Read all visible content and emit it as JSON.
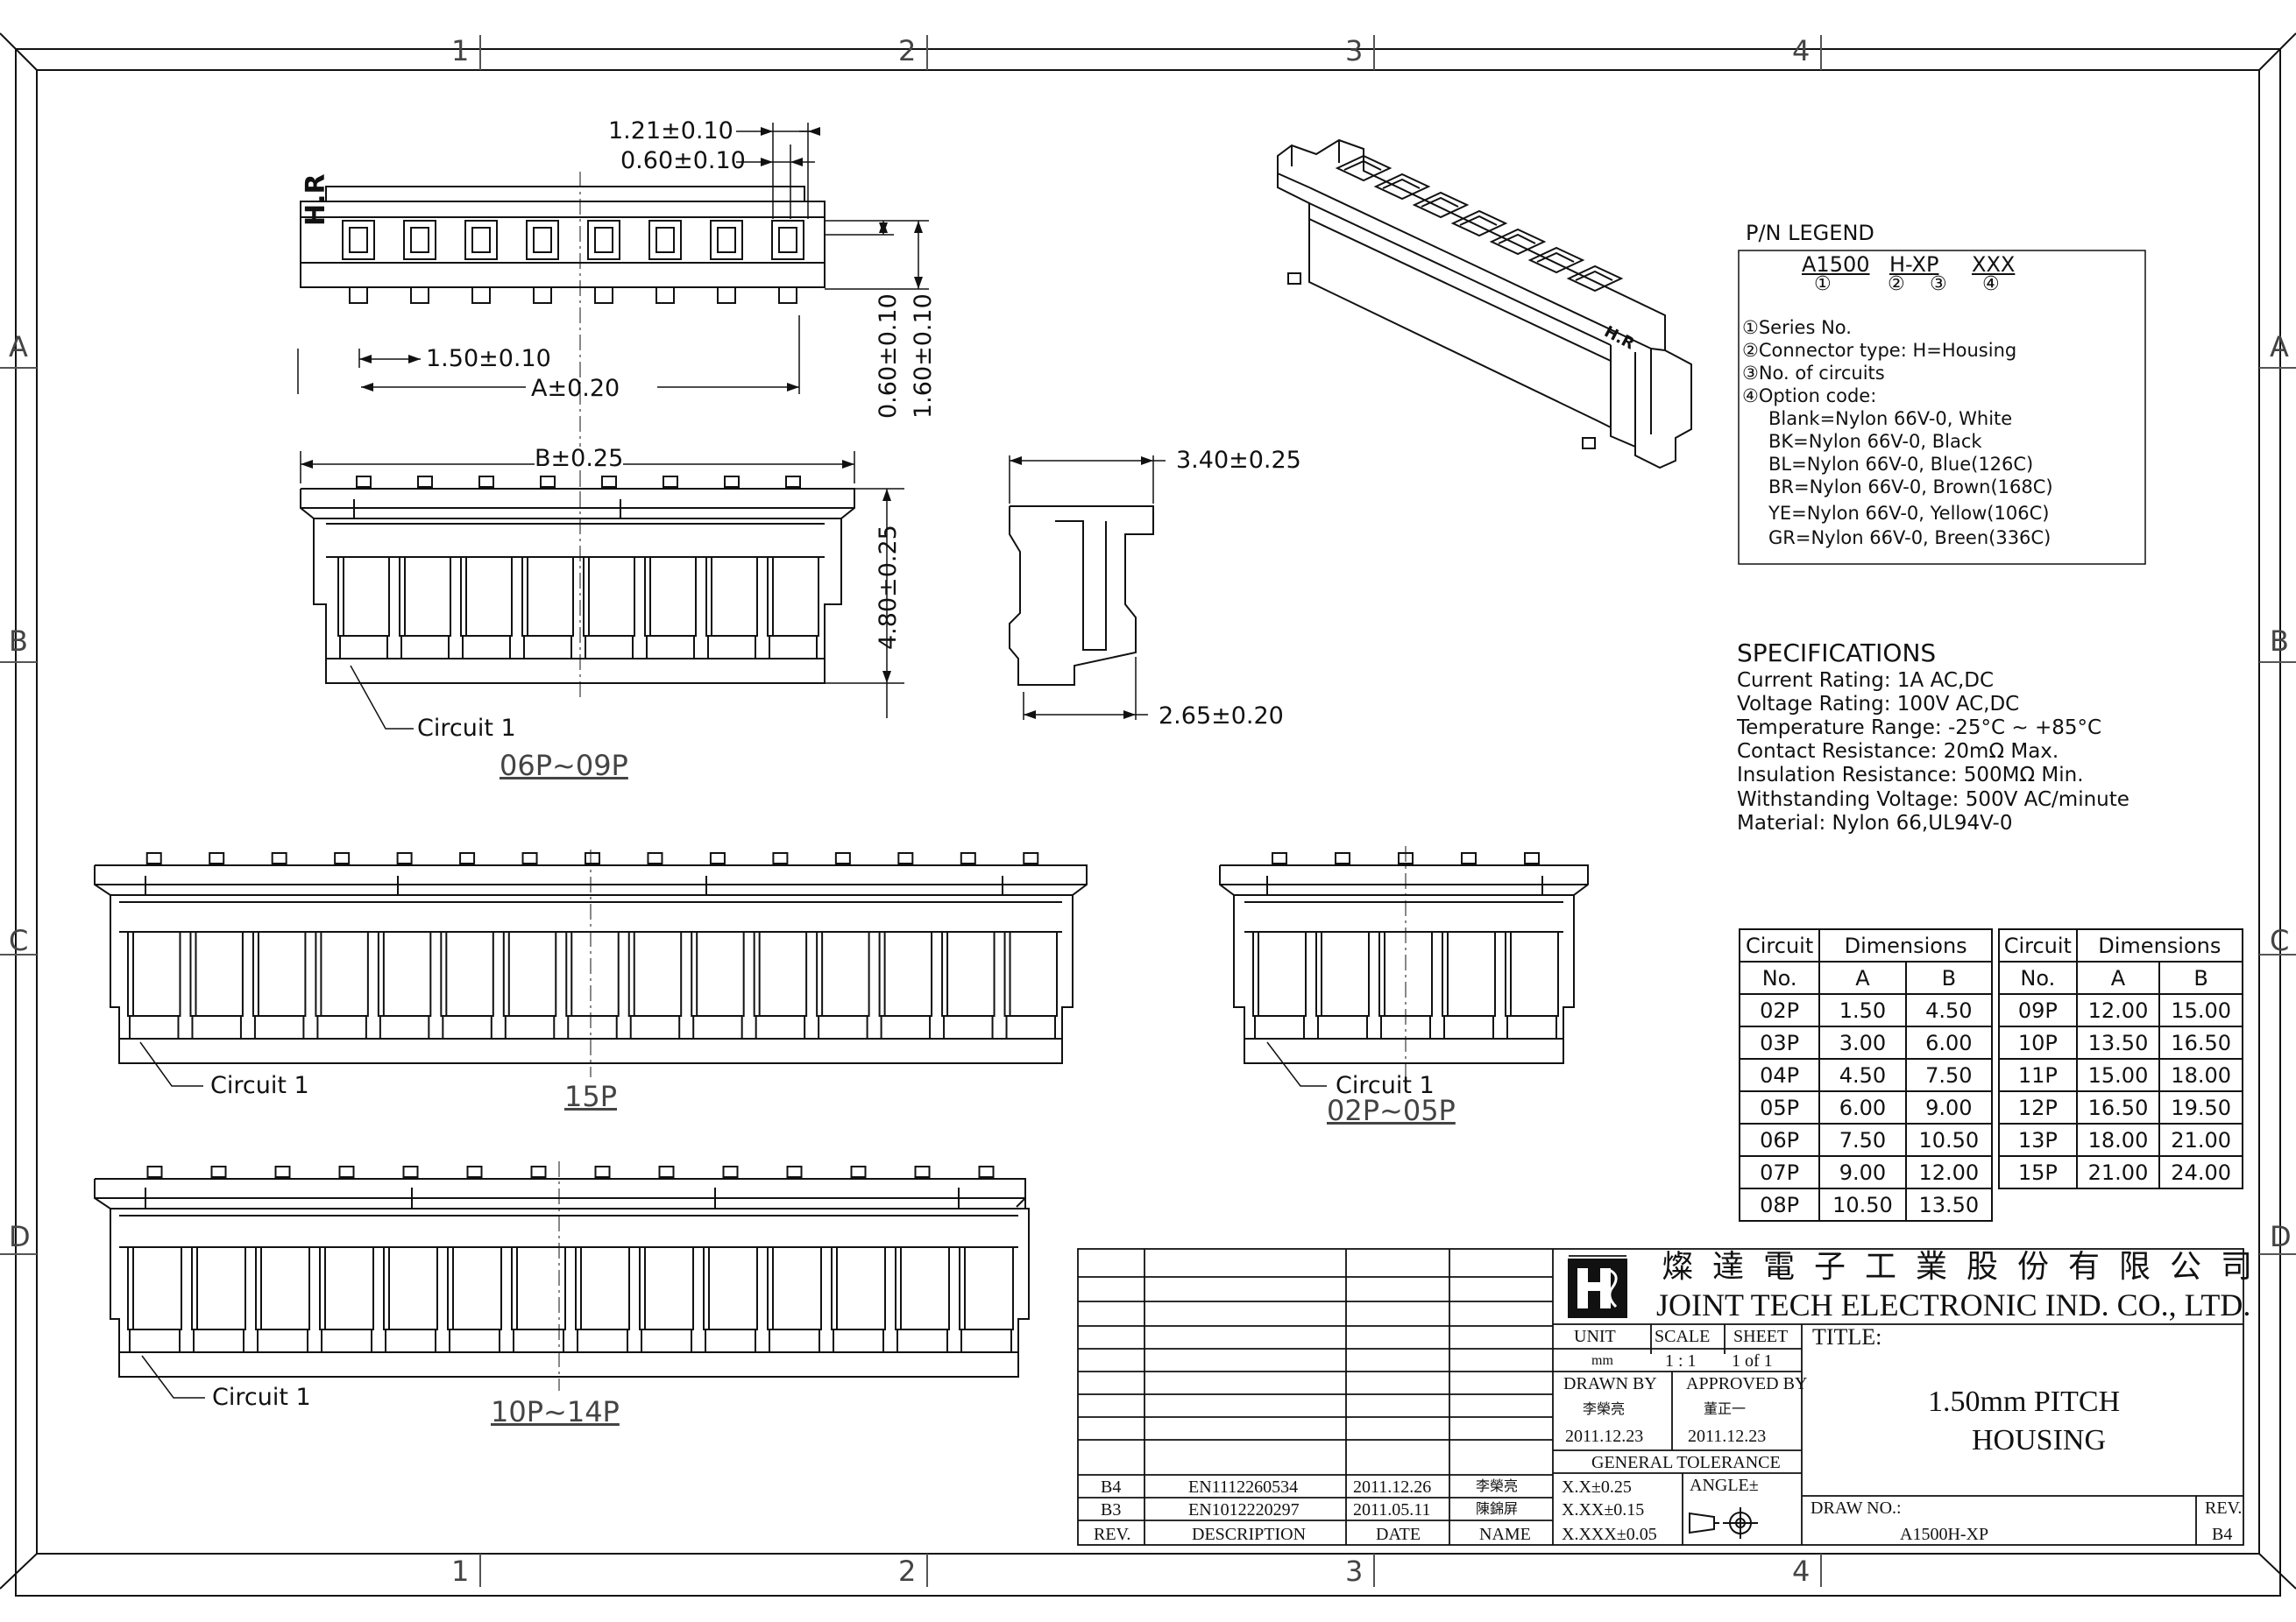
{
  "border": {
    "columns": [
      "1",
      "2",
      "3",
      "4"
    ],
    "rows": [
      "A",
      "B",
      "C",
      "D"
    ]
  },
  "dimensions": {
    "d1": "1.21±0.10",
    "d2": "0.60±0.10",
    "d3": "1.50±0.10",
    "d4": "A±0.20",
    "d5": "0.60±0.10",
    "d6": "1.60±0.10",
    "d7": "B±0.25",
    "d8": "4.80±0.25",
    "d9": "3.40±0.25",
    "d10": "2.65±0.20"
  },
  "views": {
    "top_mark": "H.R",
    "circuit_label": "Circuit  1",
    "v1_caption": "06P~09P",
    "v2_caption": "15P",
    "v3_caption": "02P~05P",
    "v4_caption": "10P~14P",
    "iso_mark": "H.R"
  },
  "pn_legend": {
    "title": "P/N LEGEND",
    "parts": [
      "A1500",
      "H-XP",
      "XXX"
    ],
    "circled": [
      "①",
      "②",
      "③",
      "④"
    ],
    "lines": [
      "①Series No.",
      "②Connector type: H=Housing",
      "③No. of circuits",
      "④Option code:",
      "Blank=Nylon 66V-0, White",
      "BK=Nylon 66V-0, Black",
      "BL=Nylon 66V-0, Blue(126C)",
      "BR=Nylon 66V-0, Brown(168C)",
      "YE=Nylon 66V-0, Yellow(106C)",
      "GR=Nylon 66V-0, Breen(336C)"
    ]
  },
  "specifications": {
    "title": "SPECIFICATIONS",
    "lines": [
      "Current Rating: 1A AC,DC",
      "Voltage Rating: 100V AC,DC",
      "Temperature Range: -25°C ~ +85°C",
      "Contact Resistance: 20mΩ Max.",
      "Insulation Resistance: 500MΩ Min.",
      "Withstanding Voltage: 500V AC/minute",
      "Material: Nylon 66,UL94V-0"
    ]
  },
  "dim_table": {
    "h_circuit": "Circuit",
    "h_no": "No.",
    "h_dimensions": "Dimensions",
    "h_a": "A",
    "h_b": "B",
    "left_rows": [
      [
        "02P",
        "1.50",
        "4.50"
      ],
      [
        "03P",
        "3.00",
        "6.00"
      ],
      [
        "04P",
        "4.50",
        "7.50"
      ],
      [
        "05P",
        "6.00",
        "9.00"
      ],
      [
        "06P",
        "7.50",
        "10.50"
      ],
      [
        "07P",
        "9.00",
        "12.00"
      ],
      [
        "08P",
        "10.50",
        "13.50"
      ]
    ],
    "right_rows": [
      [
        "09P",
        "12.00",
        "15.00"
      ],
      [
        "10P",
        "13.50",
        "16.50"
      ],
      [
        "11P",
        "15.00",
        "18.00"
      ],
      [
        "12P",
        "16.50",
        "19.50"
      ],
      [
        "13P",
        "18.00",
        "21.00"
      ],
      [
        "15P",
        "21.00",
        "24.00"
      ]
    ]
  },
  "title_block": {
    "company_cn": "燦達電子工業股份有限公司",
    "company_en": "JOINT TECH ELECTRONIC IND. CO., LTD.",
    "unit_label": "UNIT",
    "unit_value": "mm",
    "scale_label": "SCALE",
    "scale_value": "1 : 1",
    "sheet_label": "SHEET",
    "sheet_value": "1 of 1",
    "drawn_by_label": "DRAWN BY",
    "drawn_by_name": "李榮亮",
    "drawn_date": "2011.12.23",
    "approved_by_label": "APPROVED BY",
    "approved_by_name": "董正一",
    "approved_date": "2011.12.23",
    "tolerance_label": "GENERAL TOLERANCE",
    "tol1": "X.X±0.25",
    "tol2": "X.XX±0.15",
    "tol3": "X.XXX±0.05",
    "angle_label": "ANGLE±",
    "title_label": "TITLE:",
    "title_line1": "1.50mm PITCH",
    "title_line2": "HOUSING",
    "drawno_label": "DRAW NO.:",
    "drawno_value": "A1500H-XP",
    "rev_label": "REV.",
    "rev_value": "B4",
    "hist_rev": "REV.",
    "hist_desc": "DESCRIPTION",
    "hist_date": "DATE",
    "hist_name": "NAME",
    "revisions": [
      {
        "rev": "B4",
        "desc": "EN1112260534",
        "date": "2011.12.26",
        "name": "李榮亮"
      },
      {
        "rev": "B3",
        "desc": "EN1012220297",
        "date": "2011.05.11",
        "name": "陳錦屏"
      }
    ]
  }
}
